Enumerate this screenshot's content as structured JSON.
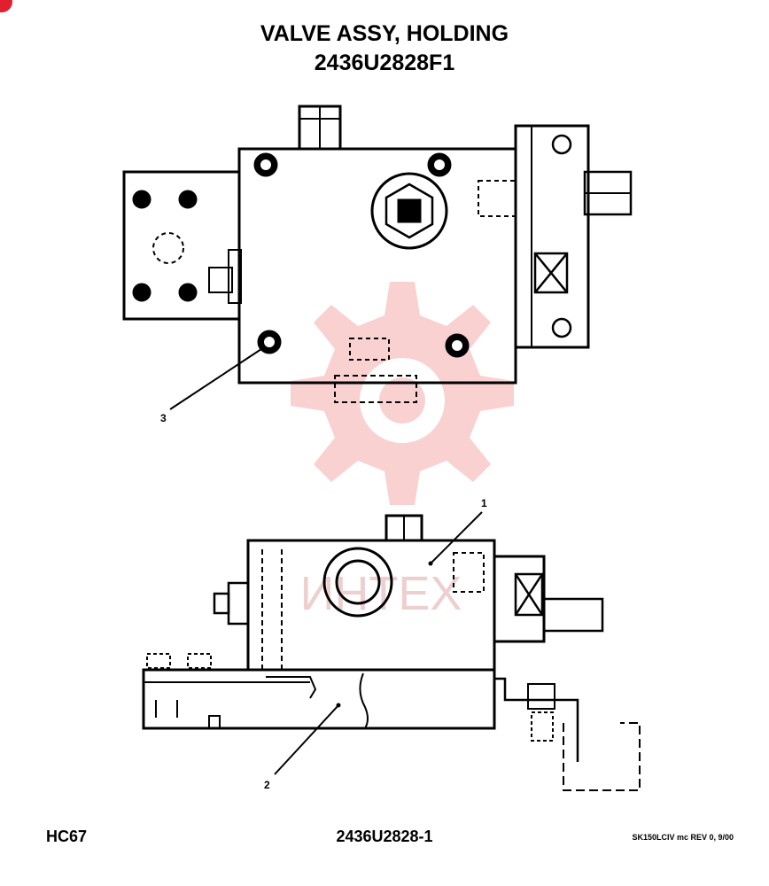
{
  "header": {
    "title": "VALVE ASSY, HOLDING",
    "part_number": "2436U2828F1"
  },
  "callouts": [
    {
      "id": "callout-1",
      "label": "1"
    },
    {
      "id": "callout-2",
      "label": "2"
    },
    {
      "id": "callout-3",
      "label": "3"
    }
  ],
  "footer": {
    "code": "HC67",
    "figure": "2436U2828-1",
    "revision": "SK150LCIV mc REV 0, 9/00"
  },
  "watermark": {
    "text": "ИНТЕХ",
    "color": "#f29a9a"
  },
  "colors": {
    "line": "#000000",
    "corner_mark": "#e0202e"
  }
}
